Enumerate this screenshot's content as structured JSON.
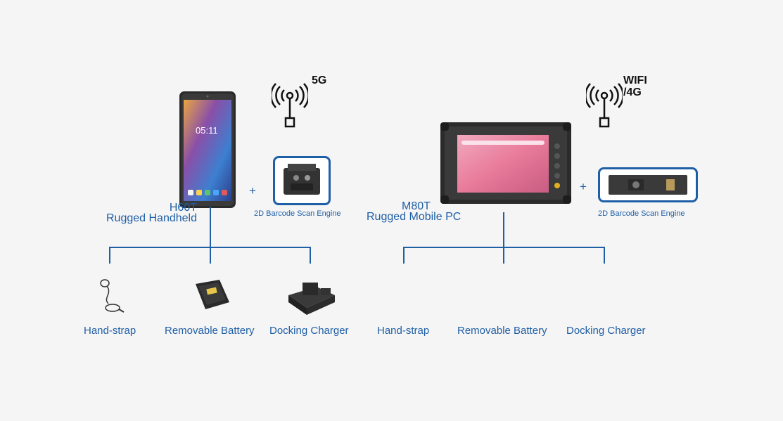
{
  "left": {
    "model": "H60T",
    "name": "Rugged Handheld",
    "network": "5G",
    "plus": "+",
    "scan_engine": "2D Barcode Scan Engine",
    "screen_time": "05:11",
    "accessories": [
      "Hand-strap",
      "Removable Battery",
      "Docking Charger"
    ]
  },
  "right": {
    "model": "M80T",
    "name": "Rugged Mobile PC",
    "network_line1": "WIFI",
    "network_line2": "/4G",
    "plus": "+",
    "scan_engine": "2D Barcode Scan Engine",
    "accessories": [
      "Hand-strap",
      "Removable Battery",
      "Docking Charger"
    ]
  },
  "colors": {
    "accent": "#1f5fa6",
    "background": "#f5f5f5"
  },
  "icons": [
    "antenna-icon",
    "hand-strap-icon",
    "battery-icon",
    "docking-charger-icon",
    "scan-engine-icon"
  ]
}
